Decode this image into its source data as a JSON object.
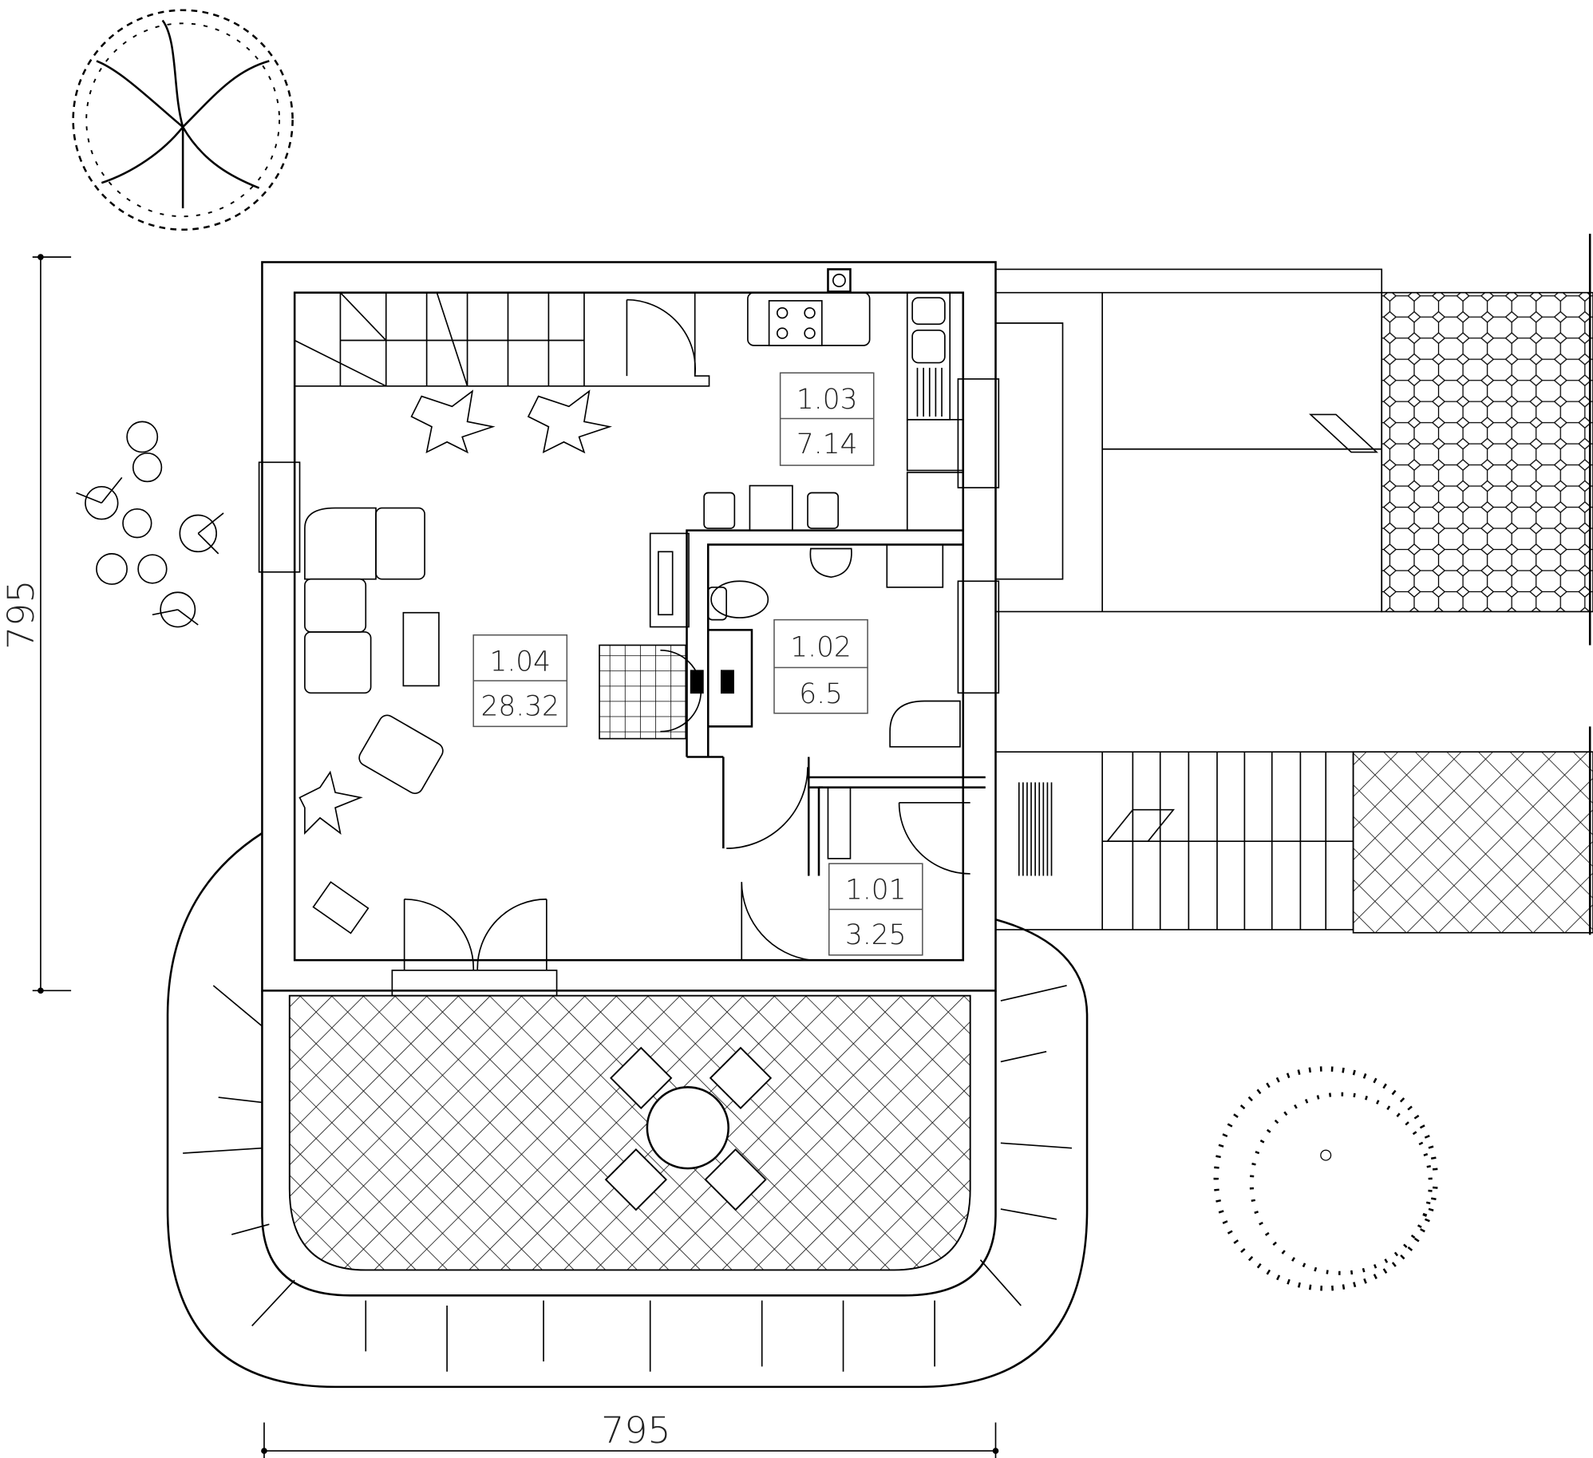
{
  "plan": {
    "rooms": [
      {
        "number": "1.01",
        "area": "3.25"
      },
      {
        "number": "1.02",
        "area": "6.5"
      },
      {
        "number": "1.03",
        "area": "7.14"
      },
      {
        "number": "1.04",
        "area": "28.32"
      }
    ],
    "dimensions": {
      "width": "795",
      "depth": "795"
    }
  }
}
